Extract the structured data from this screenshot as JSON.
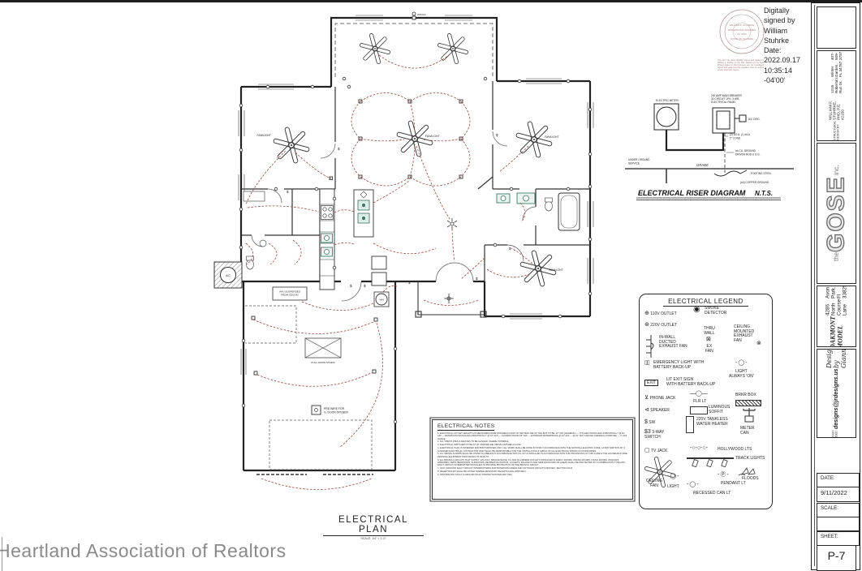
{
  "sheet": {
    "watermark": "Heartland Association of Realtors"
  },
  "plan": {
    "title": "ELECTRICAL PLAN",
    "scale": "SCALE: 1/4\" = 1'-0\""
  },
  "floorplan": {
    "labels": {
      "fan_light": "FAN/LIGHT",
      "wp_gfi": "WP/GFI",
      "ac": "A/C",
      "wh": "WH",
      "ahu1": "AHU SUSPENDED",
      "ahu2": "FROM CEILING",
      "stairs": "PULL DOWN STAIRS",
      "gdo1": "PRE-WIRE FOR",
      "gdo2": "G. DOOR OPENER"
    }
  },
  "riser": {
    "title": "ELECTRICAL RISER DIAGRAM",
    "nts": "N.T.S.",
    "meter": "ELECTRIC METER",
    "panel1": "200 AMP MAIN BREAKER",
    "panel2": "30 CIRCUIT 1PH, 3 WR.",
    "panel3": "ELECTRICAL PANEL",
    "ac_disc": "A/C DISC.",
    "feeder1": "(2) 4/0 A, (1) #4 A",
    "feeder2": "2\" COND.",
    "rod1": "#4 CU. GROUND",
    "rod2": "DRIVEN ROD & U.G.",
    "ug1": "UNDER GROUND",
    "ug2": "SERVICE",
    "grade": "GRADE",
    "footing": "FOOTING STEEL",
    "copper": "(#4) COPPER GROUND"
  },
  "legend": {
    "title": "ELECTRICAL LEGEND",
    "items": {
      "o110": "110V OUTLET",
      "o220": "220V OUTLET",
      "smoke": "SMOKE\nDETECTOR",
      "thru": "THRU\nWALL",
      "exfan": "EX\nFAN",
      "ceilex": "CEILING\nMOUNTED\nEXHAUST\nFAN",
      "inwall": "IN-WALL\nDUCTED\nEXHAUST FAN",
      "emer": "EMERGENCY LIGHT WITH\nBATTERY BACK-UP",
      "alwayson": "LIGHT\nALWAYS 'ON'",
      "exit_word": "EXIT",
      "exit": "LIT EXIT SIGN\nWITH BATTERY BACK-UP",
      "phone": "PHONE JACK",
      "speaker": "SPEAKER",
      "sw": "SW",
      "sw3": "3-WAY\nSWITCH",
      "tv": "TV JACK",
      "ceilfan": "CEILING\nFAN",
      "light": "LIGHT",
      "flr": "FLR LT",
      "soffit": "LUMINOUS\nSOFFIT",
      "tankless": "220V TANKLESS\nWATER HEATER",
      "holly": "HOLLYWOOD LTS",
      "track": "TRACK LIGHTS",
      "floods": "FLOODS",
      "pendant": "PENDANT LT",
      "recessed": "RECESSED CAN LT",
      "brkr": "BRKR BOX",
      "metercan": "METER\nCAN"
    },
    "icons": {
      "i110": "⊕",
      "i220": "⊛",
      "ismoke": "◉",
      "ithru": "⊠",
      "iceilex": "⊗",
      "iphone": "⊻",
      "ispeaker": "⊲",
      "isw": "$",
      "isw3": "$3",
      "itv": "▢",
      "ipendant": "Ⓟ",
      "ilight": "◯",
      "iholly": "-○-○-○-",
      "iflr": "—◯—",
      "irecessed": "◯",
      "iemer": "▯▯"
    }
  },
  "notes": {
    "title": "ELECTRICAL NOTES",
    "lines": [
      "1.  ELECTRICAL OUTLET HEIGHTS AS MEASURED FROM FINISHED FLOOR TO CENTER LINE OF THE BOX TO BE: 12\" AFF (GENERAL) — KITCHEN INSTALLED HORIZONTALLY @ 44\" AFF — BATHROOM INSTALLED HORIZONTALLY @ 44\" AFF — LAUNDRY ROOM 36\" AFF — EXTERIOR WATERPROOF @ 12\" AFF — @ 42\" AFF GARAGE (GENERAL PURPOSE) — 2\" AFF RANGE.",
      "2.  ALL TRIM PLATES & DEVICES TO BE GANGED, WHERE POSSIBLE.",
      "3.  ELECTRICAL SWITCHES TO BE AT 48\" CENTERLINE ABOVE FINISHED FLOOR.",
      "4.  ELECTRICAL PLAN IS INTENDED FOR BID PURPOSES ONLY.  ALL WORK SHALL BE DONE IN STRICT ACCORDANCE WITH THE NATIONAL ELECTRIC CODE, LATEST EDITION, BY A LICENSED ELECTRICAL CONTRACTOR WHO SHALL BE RESPONSIBLE FOR THE INSTALLATION & SIZING OF ALL ELECTRICAL WIRING & ACCESSORIES.",
      "5.  ALL SMOKE ALARMS SHALL BE LISTED & LABELED IN ACCORDANCE WITH UL 217 & INSTALLED IN ACCORDANCE WITH THE PROVISIONS OF THIS CODE & THE HOUSEHOLD FIRE WARNING EQUIPMENT PROVISIONS OF NFPA 72.",
      "6.  ALL BRANCH CIRCUITS THAT SUPPLY 125-VOLT, SINGLE-PHASE, 15- AND 20-AMPERE OUTLETS INSTALLED IN FAMILY ROOMS, DINING ROOMS, LIVING ROOMS, PARLORS, LIBRARIES, DENS, BEDROOMS, SUNROOMS, RECREATION ROOMS, CLOSETS, HALLWAYS AND SIMILAR ROOMS OR AREAS SHALL BE PROTECTED BY A COMBINATION TYPE ARC-FAULT CIRCUIT INTERRUPTER INSTALLED TO PROVIDE PROTECTION OF THE BRANCH CIRCUIT.",
      "7.  GFCI (GROUND FAULT CIRCUIT INTERRUPTERS) FOR BATHROOM AREAS AND OUTDOOR CIRCUITS PER NEC, SECTION 210-8.",
      "8.  RECEPTACLES SHALL BE LISTED TAMPER-RESISTANT RECEPTACLES (2008 NEC).",
      "9.  PROVIDE ARC FAULT & GROUND FAULT PROTECTION PER 2007 NEC."
    ]
  },
  "titleblock": {
    "structural": {
      "heading": "STRUCTURAL DESIGN BY:",
      "name": "WILLIAM F. STUHRKE, PHD, P.E. #2150",
      "addr1": "1215 Roberta's Run Dr.",
      "addr2": "Winter Garden, FL 34787",
      "phone": "407-509-3797"
    },
    "logo": {
      "the": "the",
      "name": "GOSE",
      "inc": "inc."
    },
    "model": {
      "name": "OAKMONT MODEL",
      "addr1": "4286 North Course Lane",
      "addr2": "Avon Park, Fl 33825"
    },
    "provided": {
      "heading": "DRAWINGS PROVIDED BY:",
      "email": "designs@jrdesigns.us",
      "script": "Designs by Gianna"
    },
    "date_label": "DATE:",
    "date_value": "9/11/2022",
    "scale_label": "SCALE:",
    "scale_value": "",
    "sheet_label": "SHEET:",
    "sheet_value": "P-7"
  },
  "signature": {
    "text": "Digitally\nsigned by\nWilliam\nStuhrke\nDate:\n2022.09.17\n10:35:14\n-04'00'",
    "disclaimer": "This item has been digitally signed and sealed by William F. Stuhrke on the date adjacent to the seal. Printed copies of this document are not considered signed and sealed and the signature must be verified on any electronic copies.",
    "seal1": "WILLIAM F. STUHRKE",
    "seal2": "PROFESSIONAL ENGINEER",
    "seal3": "No. 2150",
    "seal4": "STATE OF FLORIDA"
  }
}
